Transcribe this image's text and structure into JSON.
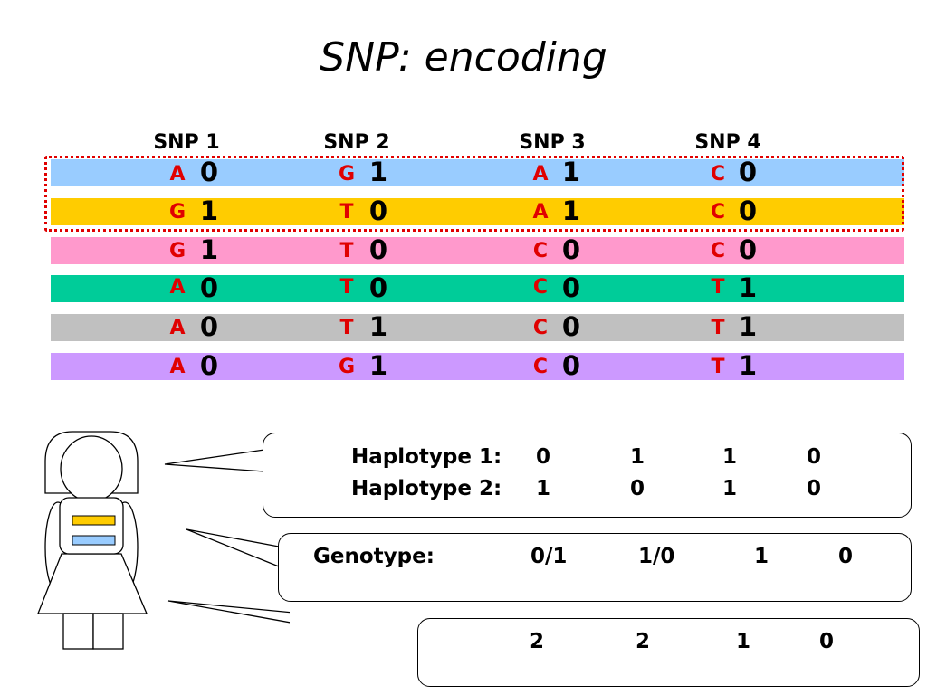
{
  "title": "SNP: encoding",
  "snp_headers": [
    "SNP 1",
    "SNP 2",
    "SNP 3",
    "SNP 4"
  ],
  "colors": {
    "letter": "#e00000",
    "row_colors": [
      "#99ccff",
      "#ffcc00",
      "#ff99cc",
      "#00cc99",
      "#c0c0c0",
      "#cc99ff"
    ],
    "highlight_border": "#e00000",
    "chip_top": "#ffcc00",
    "chip_bottom": "#99ccff"
  },
  "rows": [
    {
      "cells": [
        {
          "letter": "A",
          "code": "0"
        },
        {
          "letter": "G",
          "code": "1"
        },
        {
          "letter": "A",
          "code": "1"
        },
        {
          "letter": "C",
          "code": "0"
        }
      ]
    },
    {
      "cells": [
        {
          "letter": "G",
          "code": "1"
        },
        {
          "letter": "T",
          "code": "0"
        },
        {
          "letter": "A",
          "code": "1"
        },
        {
          "letter": "C",
          "code": "0"
        }
      ]
    },
    {
      "cells": [
        {
          "letter": "G",
          "code": "1"
        },
        {
          "letter": "T",
          "code": "0"
        },
        {
          "letter": "C",
          "code": "0"
        },
        {
          "letter": "C",
          "code": "0"
        }
      ]
    },
    {
      "cells": [
        {
          "letter": "A",
          "code": "0"
        },
        {
          "letter": "T",
          "code": "0"
        },
        {
          "letter": "C",
          "code": "0"
        },
        {
          "letter": "T",
          "code": "1"
        }
      ]
    },
    {
      "cells": [
        {
          "letter": "A",
          "code": "0"
        },
        {
          "letter": "T",
          "code": "1"
        },
        {
          "letter": "C",
          "code": "0"
        },
        {
          "letter": "T",
          "code": "1"
        }
      ]
    },
    {
      "cells": [
        {
          "letter": "A",
          "code": "0"
        },
        {
          "letter": "G",
          "code": "1"
        },
        {
          "letter": "C",
          "code": "0"
        },
        {
          "letter": "T",
          "code": "1"
        }
      ]
    }
  ],
  "callouts": {
    "haplotypes": {
      "h1_label": "Haplotype 1:",
      "h1_values": [
        "0",
        "1",
        "1",
        "0"
      ],
      "h2_label": "Haplotype 2:",
      "h2_values": [
        "1",
        "0",
        "1",
        "0"
      ]
    },
    "genotype": {
      "label": "Genotype:",
      "values": [
        "0/1",
        "1/0",
        "1",
        "0"
      ]
    },
    "counts": {
      "values": [
        "2",
        "2",
        "1",
        "0"
      ]
    }
  }
}
